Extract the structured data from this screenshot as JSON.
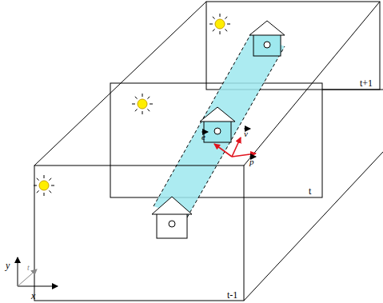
{
  "diagram": {
    "labels": [
      "t-1",
      "t",
      "t+1",
      "x",
      "y",
      "t",
      "e",
      "v",
      "p"
    ]
  }
}
